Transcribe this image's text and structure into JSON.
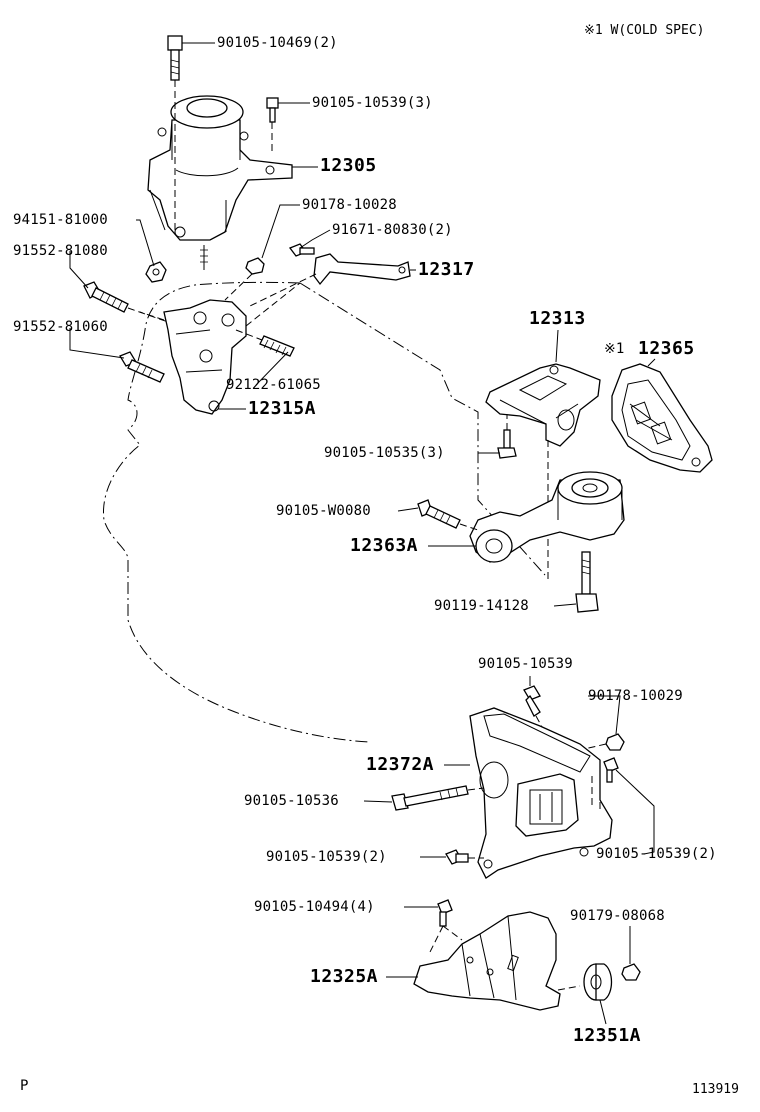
{
  "header": {
    "note": "※1 W(COLD SPEC)"
  },
  "footer": {
    "left_mark": "P",
    "diagram_id": "113919"
  },
  "callouts": [
    {
      "id": "c01",
      "text": "90105-10469(2)",
      "size": "sm"
    },
    {
      "id": "c02",
      "text": "90105-10539(3)",
      "size": "sm"
    },
    {
      "id": "c03",
      "text": "12305",
      "size": "bg"
    },
    {
      "id": "c04",
      "text": "94151-81000",
      "size": "sm"
    },
    {
      "id": "c05",
      "text": "91552-81080",
      "size": "sm"
    },
    {
      "id": "c06",
      "text": "90178-10028",
      "size": "sm"
    },
    {
      "id": "c07",
      "text": "91671-80830(2)",
      "size": "sm"
    },
    {
      "id": "c08",
      "text": "12317",
      "size": "bg"
    },
    {
      "id": "c09",
      "text": "91552-81060",
      "size": "sm"
    },
    {
      "id": "c10",
      "text": "92122-61065",
      "size": "sm"
    },
    {
      "id": "c11",
      "text": "12315A",
      "size": "bg"
    },
    {
      "id": "c12",
      "text": "12313",
      "size": "bg"
    },
    {
      "id": "c13",
      "text": "※1",
      "size": "sm"
    },
    {
      "id": "c14",
      "text": "12365",
      "size": "bg"
    },
    {
      "id": "c15",
      "text": "90105-10535(3)",
      "size": "sm"
    },
    {
      "id": "c16",
      "text": "90105-W0080",
      "size": "sm"
    },
    {
      "id": "c17",
      "text": "12363A",
      "size": "bg"
    },
    {
      "id": "c18",
      "text": "90119-14128",
      "size": "sm"
    },
    {
      "id": "c19",
      "text": "90105-10539",
      "size": "sm"
    },
    {
      "id": "c20",
      "text": "90178-10029",
      "size": "sm"
    },
    {
      "id": "c21",
      "text": "12372A",
      "size": "bg"
    },
    {
      "id": "c22",
      "text": "90105-10536",
      "size": "sm"
    },
    {
      "id": "c23",
      "text": "90105-10539(2)",
      "size": "sm"
    },
    {
      "id": "c24",
      "text": "90105-10539(2)",
      "size": "sm"
    },
    {
      "id": "c25",
      "text": "90105-10494(4)",
      "size": "sm"
    },
    {
      "id": "c26",
      "text": "90179-08068",
      "size": "sm"
    },
    {
      "id": "c27",
      "text": "12325A",
      "size": "bg"
    },
    {
      "id": "c28",
      "text": "12351A",
      "size": "bg"
    }
  ]
}
